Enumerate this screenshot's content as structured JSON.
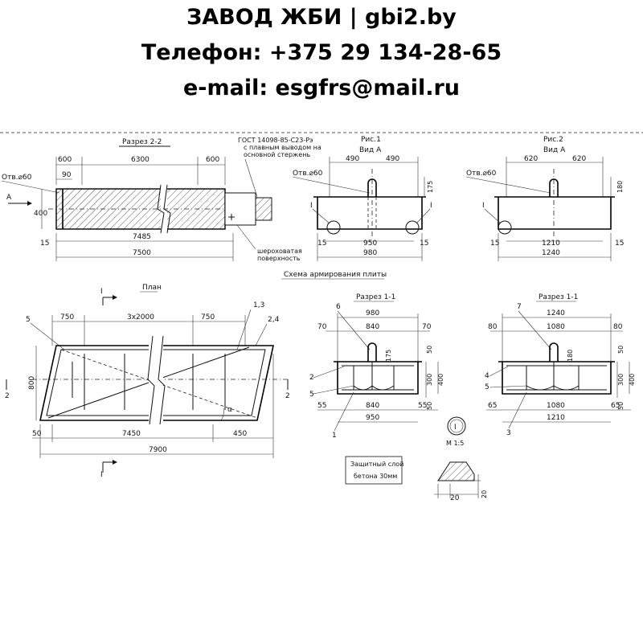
{
  "header": {
    "line1": "ЗАВОД ЖБИ | gbi2.by",
    "line2": "Телефон: +375 29 134-28-65",
    "line3": "e-mail: esgfrs@mail.ru"
  },
  "drawing": {
    "section22": {
      "title": "Разрез 2-2",
      "gost": [
        "ГОСТ 14098-85-С23-Рэ",
        "с плавным выводом на",
        "основной стержень"
      ],
      "hole": "Отв.⌀60",
      "arrow_label": "А",
      "dim_600_left": "600",
      "dim_6300": "6300",
      "dim_600_right": "600",
      "dim_90": "90",
      "dim_400": "400",
      "dim_15": "15",
      "dim_7485": "7485",
      "dim_7500": "7500",
      "rough": [
        "шероховатая",
        "поверхность"
      ]
    },
    "fig1": {
      "title": "Рис.1",
      "view": "Вид А",
      "hole": "Отв.⌀60",
      "dim_490a": "490",
      "dim_490b": "490",
      "dim_175": "175",
      "mark_left": "I",
      "mark_right": "I",
      "dim_15a": "15",
      "dim_950": "950",
      "dim_15b": "15",
      "dim_980": "980"
    },
    "fig2": {
      "title": "Рис.2",
      "view": "Вид А",
      "hole": "Отв.⌀60",
      "dim_620a": "620",
      "dim_620b": "620",
      "dim_180": "180",
      "mark": "I",
      "dim_15a": "15",
      "dim_1210": "1210",
      "dim_15b": "15",
      "dim_1240": "1240"
    },
    "scheme_title": "Схема армирования плиты",
    "plan": {
      "title": "План",
      "dim_750a": "750",
      "dim_3x2000": "3x2000",
      "dim_750b": "750",
      "pos_13": "1,3",
      "pos_24": "2,4",
      "pos_5": "5",
      "dim_800": "800",
      "mark_2a": "2",
      "mark_2b": "2",
      "alpha": "α",
      "dim_50": "50",
      "dim_7450": "7450",
      "dim_450": "450",
      "dim_7900": "7900",
      "mark_1a": "I",
      "mark_1b": "I"
    },
    "sec11a": {
      "title": "Разрез 1-1",
      "pos_6": "6",
      "dim_980": "980",
      "dim_70a": "70",
      "dim_840": "840",
      "dim_70b": "70",
      "dim_175": "175",
      "dim_50": "50",
      "dim_300": "300",
      "dim_400": "400",
      "dim_50b": "50",
      "pos_2": "2",
      "pos_5": "5",
      "dim_55a": "55",
      "dim_840b": "840",
      "dim_55b": "55",
      "dim_950": "950",
      "pos_1": "1"
    },
    "sec11b": {
      "title": "Разрез 1-1",
      "pos_7": "7",
      "dim_1240": "1240",
      "dim_80a": "80",
      "dim_1080": "1080",
      "dim_80b": "80",
      "dim_180": "180",
      "dim_50": "50",
      "dim_300": "300",
      "dim_400": "400",
      "dim_50b": "50",
      "pos_4": "4",
      "pos_5": "5",
      "dim_65a": "65",
      "dim_1080b": "1080",
      "dim_65b": "65",
      "dim_1210": "1210",
      "pos_3": "3"
    },
    "node": {
      "mark": "I",
      "scale": "М 1:5",
      "note1": "Защитный слой",
      "note2": "бетона 30мм",
      "dim_20a": "20",
      "dim_20b": "20"
    }
  }
}
